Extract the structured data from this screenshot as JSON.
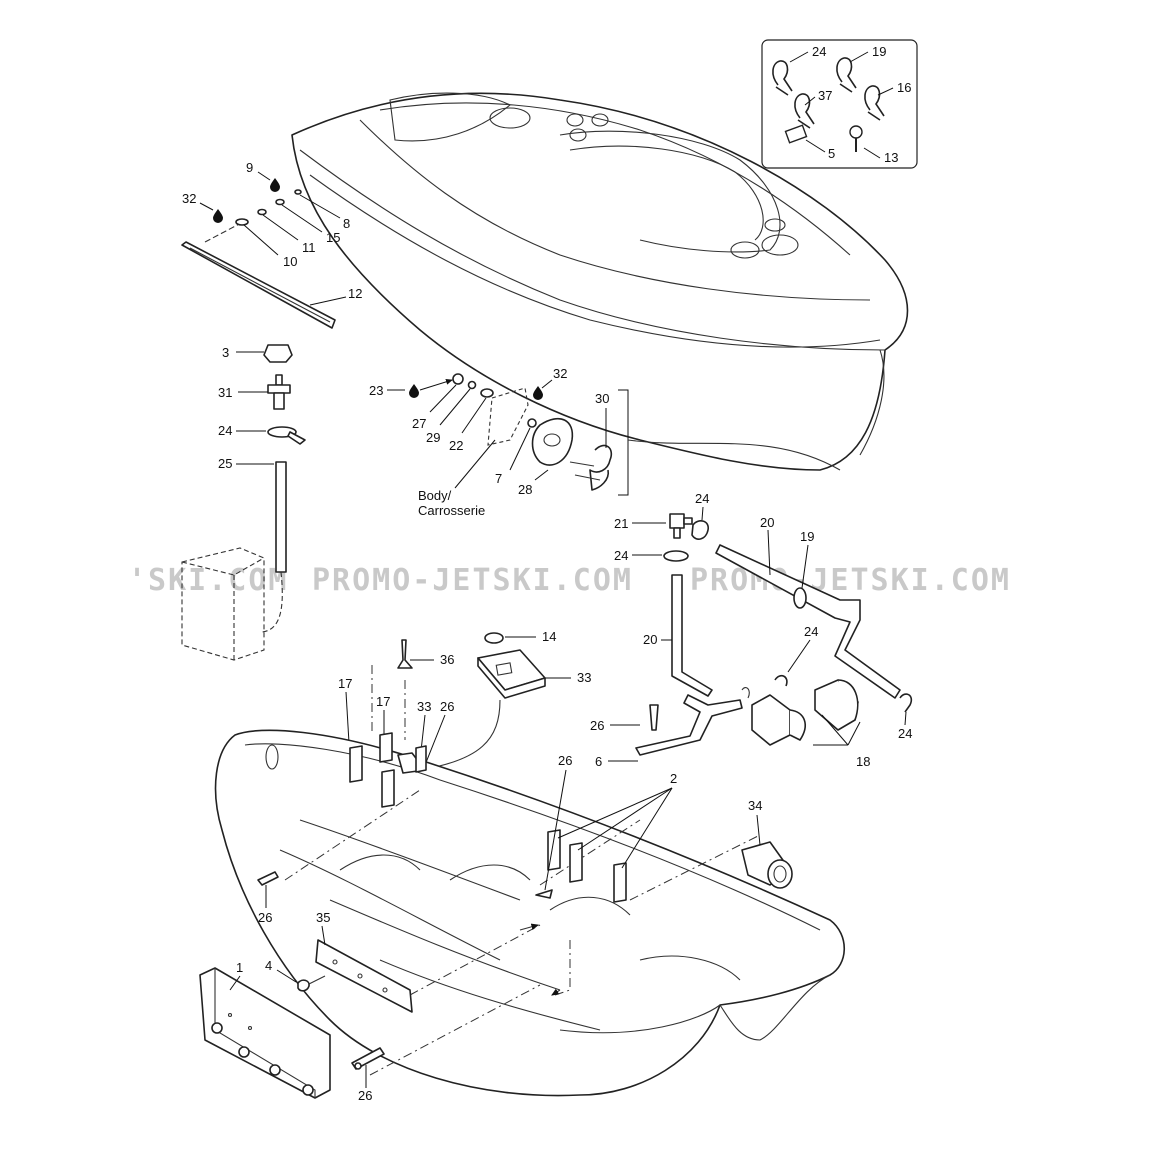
{
  "watermark": [
    "'SKI.COM",
    "PROMO-JETSKI.COM",
    "PROMO-JETSKI.COM"
  ],
  "body_label": [
    "Body/",
    "Carrosserie"
  ],
  "inset_callouts": [
    "24",
    "19",
    "37",
    "16",
    "5",
    "13"
  ],
  "callouts": [
    "9",
    "32",
    "8",
    "15",
    "11",
    "10",
    "12",
    "3",
    "31",
    "24",
    "25",
    "23",
    "32",
    "30",
    "27",
    "29",
    "22",
    "7",
    "28",
    "21",
    "24",
    "20",
    "19",
    "24",
    "20",
    "24",
    "26",
    "36",
    "14",
    "33",
    "17",
    "17",
    "33",
    "26",
    "6",
    "18",
    "24",
    "26",
    "2",
    "34",
    "26",
    "35",
    "4",
    "1",
    "26"
  ],
  "icons": [
    "water-drop-icon"
  ]
}
